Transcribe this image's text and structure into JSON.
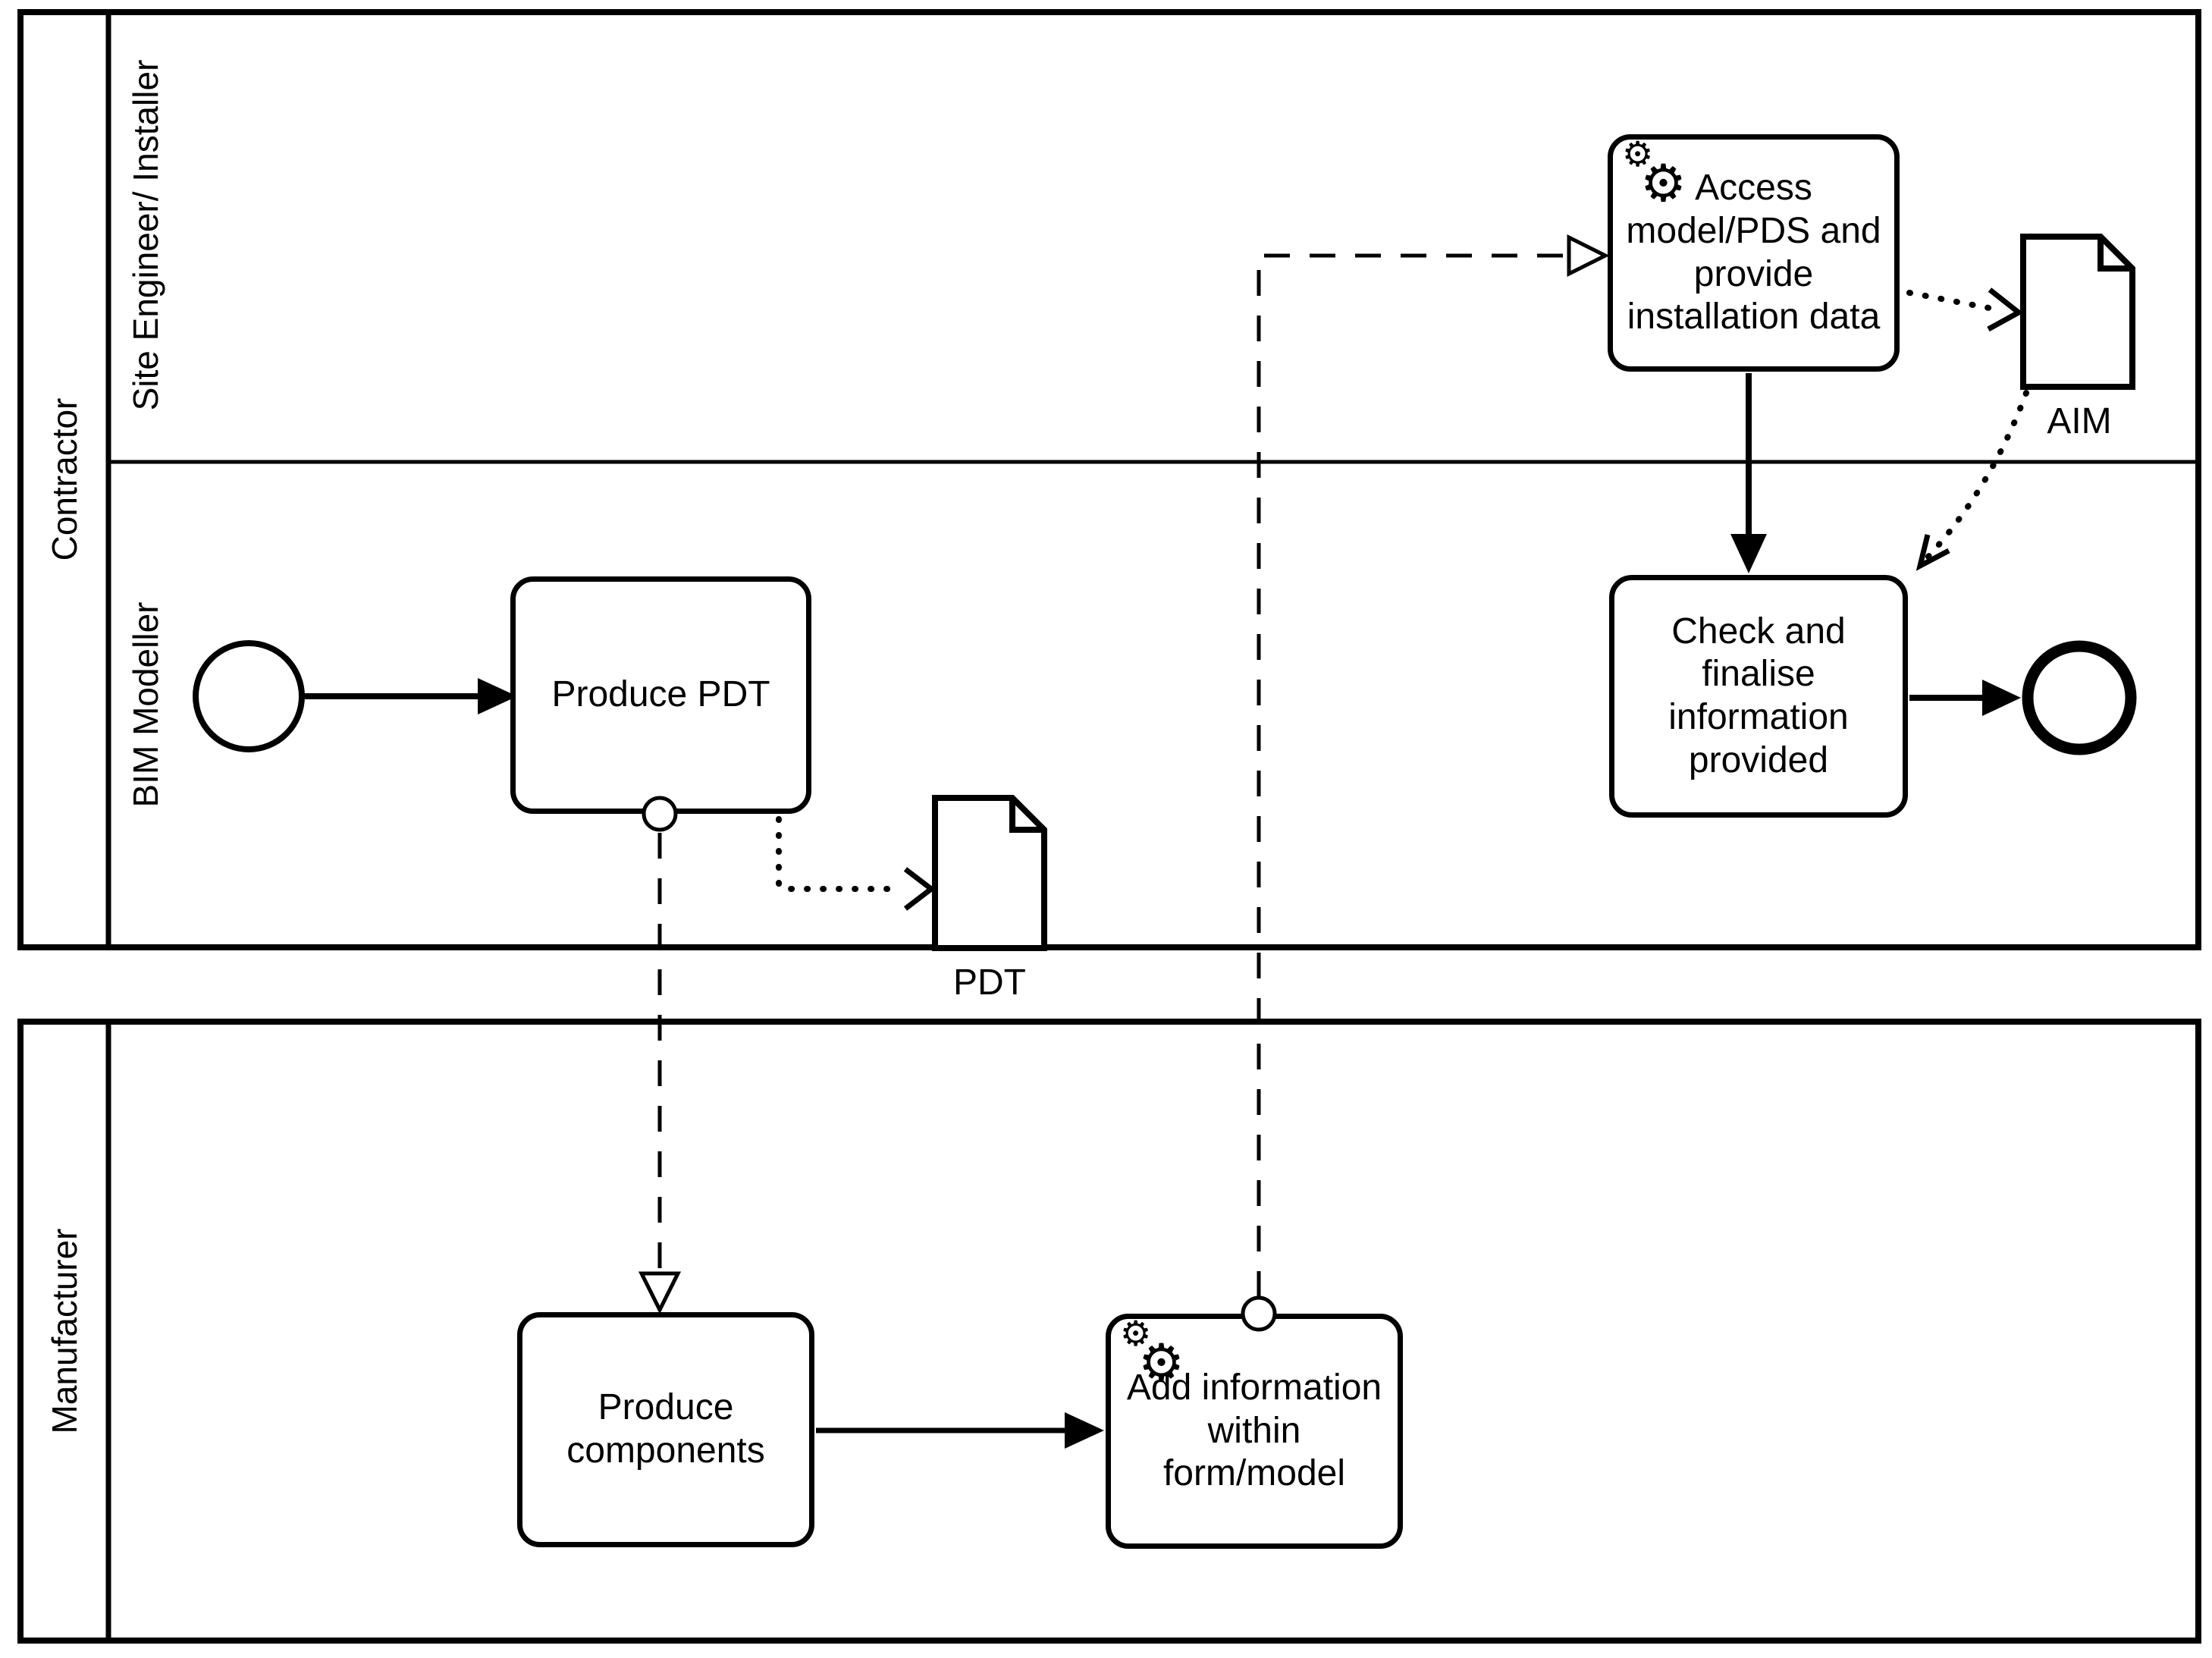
{
  "pools": {
    "contractor": {
      "label": "Contractor"
    },
    "manufacturer": {
      "label": "Manufacturer"
    }
  },
  "lanes": {
    "site_engineer": {
      "label": "Site Engineer/ Installer"
    },
    "bim_modeller": {
      "label": "BIM Modeller"
    }
  },
  "tasks": {
    "produce_pdt": {
      "label": "Produce PDT"
    },
    "access_model": {
      "label": "Access\nmodel/PDS and\nprovide\ninstallation data",
      "icon": "gear-icon"
    },
    "check_finalise": {
      "label": "Check and\nfinalise\ninformation\nprovided"
    },
    "produce_components": {
      "label": "Produce\ncomponents"
    },
    "add_information": {
      "label": "Add information\nwithin\nform/model",
      "icon": "gear-icon"
    }
  },
  "data_objects": {
    "pdt": {
      "label": "PDT"
    },
    "aim": {
      "label": "AIM"
    }
  },
  "events": {
    "start": {
      "type": "start-event"
    },
    "end": {
      "type": "end-event"
    }
  },
  "icons": {
    "gear_glyph": "⚙"
  },
  "colors": {
    "stroke": "#000000",
    "background": "#ffffff"
  }
}
